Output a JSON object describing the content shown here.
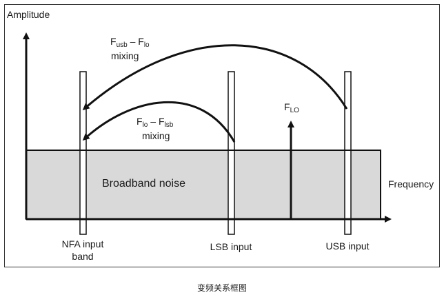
{
  "diagram": {
    "y_axis_label": "Amplitude",
    "x_axis_label": "Frequency",
    "noise_label": "Broadband noise",
    "flo_label_main": "F",
    "flo_label_sub": "LO",
    "upper_arc_label": {
      "f1": "F",
      "sub1": "usb",
      "dash": " – ",
      "f2": "F",
      "sub2": "lo",
      "line2": "mixing"
    },
    "lower_arc_label": {
      "f1": "F",
      "sub1": "lo",
      "dash": " – ",
      "f2": "F",
      "sub2": "lsb",
      "line2": "mixing"
    },
    "inputs": {
      "nfa_line1": "NFA input",
      "nfa_line2": "band",
      "lsb": "LSB input",
      "usb": "USB input"
    },
    "colors": {
      "noise_fill": "#d9d9d9",
      "stroke": "#111111",
      "frame": "#333333"
    }
  },
  "caption": "变频关系框图"
}
